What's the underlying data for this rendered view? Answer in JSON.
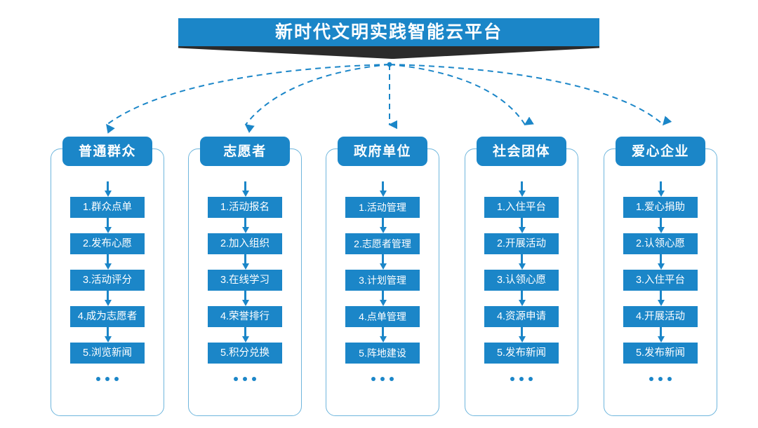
{
  "header": {
    "title": "新时代文明实践智能云平台",
    "accent_color": "#1b86c8",
    "ribbon_color": "#2b2b2b",
    "border_color": "#6fb6dd",
    "text_color": "#ffffff"
  },
  "ellipsis_label": "...",
  "columns": [
    {
      "title": "普通群众",
      "items": [
        "1.群众点单",
        "2.发布心愿",
        "3.活动评分",
        "4.成为志愿者",
        "5.浏览新闻"
      ]
    },
    {
      "title": "志愿者",
      "items": [
        "1.活动报名",
        "2.加入组织",
        "3.在线学习",
        "4.荣誉排行",
        "5.积分兑换"
      ]
    },
    {
      "title": "政府单位",
      "items": [
        "1.活动管理",
        "2.志愿者管理",
        "3.计划管理",
        "4.点单管理",
        "5.阵地建设"
      ]
    },
    {
      "title": "社会团体",
      "items": [
        "1.入住平台",
        "2.开展活动",
        "3.认领心愿",
        "4.资源申请",
        "5.发布新闻"
      ]
    },
    {
      "title": "爱心企业",
      "items": [
        "1.爱心捐助",
        "2.认领心愿",
        "3.入住平台",
        "4.开展活动",
        "5.发布新闻"
      ]
    }
  ]
}
